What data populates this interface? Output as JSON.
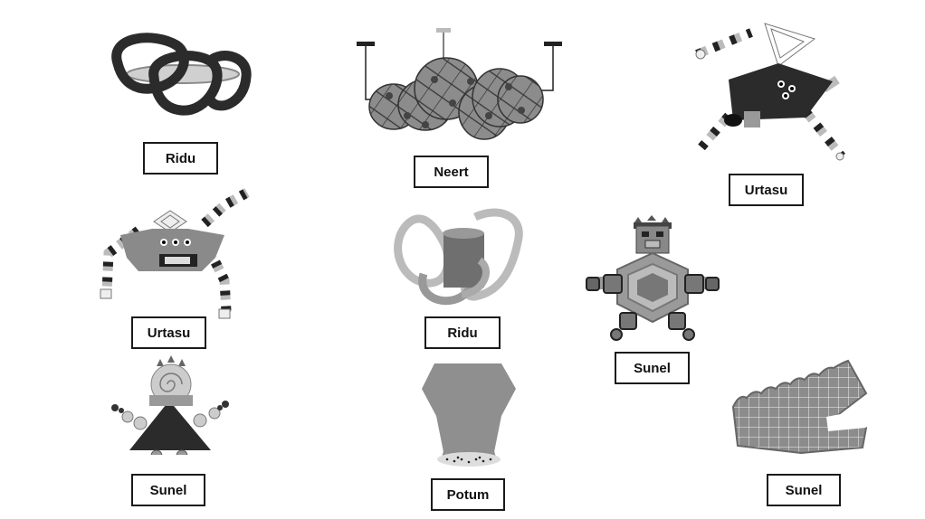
{
  "labels": {
    "ridu_1": "Ridu",
    "neert": "Neert",
    "urtasu_1": "Urtasu",
    "urtasu_2": "Urtasu",
    "ridu_2": "Ridu",
    "sunel_1": "Sunel",
    "sunel_2": "Sunel",
    "potum": "Potum",
    "sunel_3": "Sunel"
  },
  "colors": {
    "dark": "#2b2b2b",
    "mid": "#8a8a8a",
    "light": "#c8c8c8",
    "border": "#1a1a1a"
  }
}
